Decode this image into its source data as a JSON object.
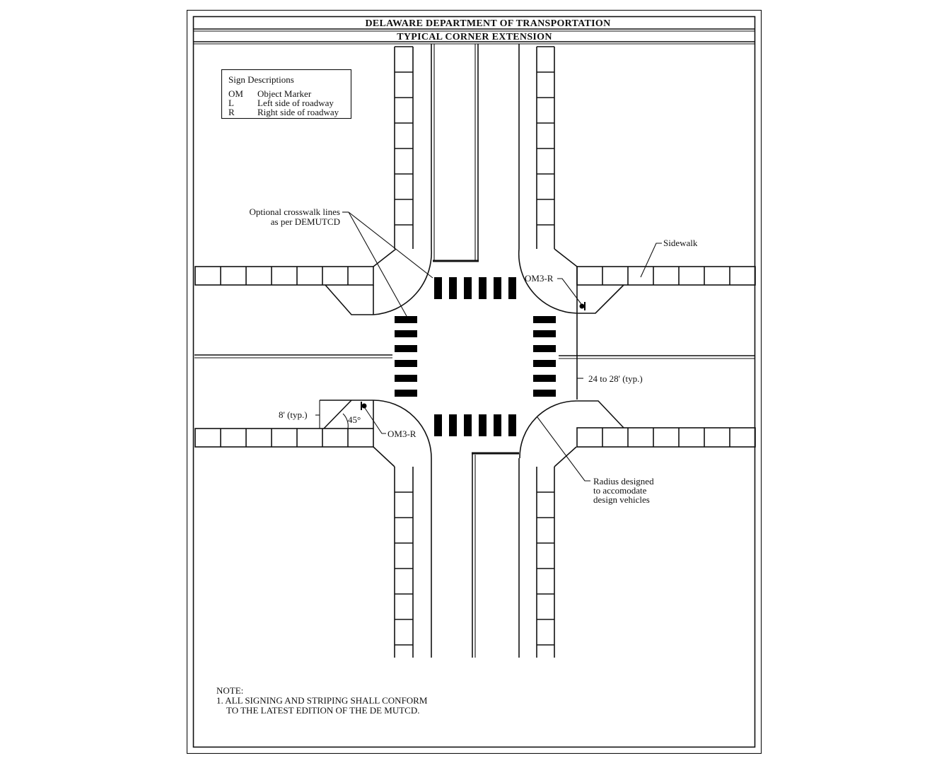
{
  "header": {
    "agency": "DELAWARE DEPARTMENT OF TRANSPORTATION",
    "title": "TYPICAL CORNER EXTENSION"
  },
  "legend": {
    "heading": "Sign Descriptions",
    "items": [
      {
        "code": "OM",
        "desc": "Object Marker"
      },
      {
        "code": "L",
        "desc": "Left side of roadway"
      },
      {
        "code": "R",
        "desc": "Right side of roadway"
      }
    ]
  },
  "callouts": {
    "crosswalk_line1": "Optional crosswalk lines",
    "crosswalk_line2": "as per DEMUTCD",
    "sidewalk": "Sidewalk",
    "sign_ne": "OM3-R",
    "sign_sw": "OM3-R",
    "width_dim": "24 to 28' (typ.)",
    "offset_dim": "8' (typ.)",
    "angle": "45°",
    "radius_line1": "Radius designed",
    "radius_line2": "to accomodate",
    "radius_line3": "design vehicles"
  },
  "note": {
    "heading": "NOTE:",
    "line1": "1. ALL SIGNING AND STRIPING SHALL CONFORM",
    "line2": "TO THE LATEST EDITION OF THE DE MUTCD."
  }
}
